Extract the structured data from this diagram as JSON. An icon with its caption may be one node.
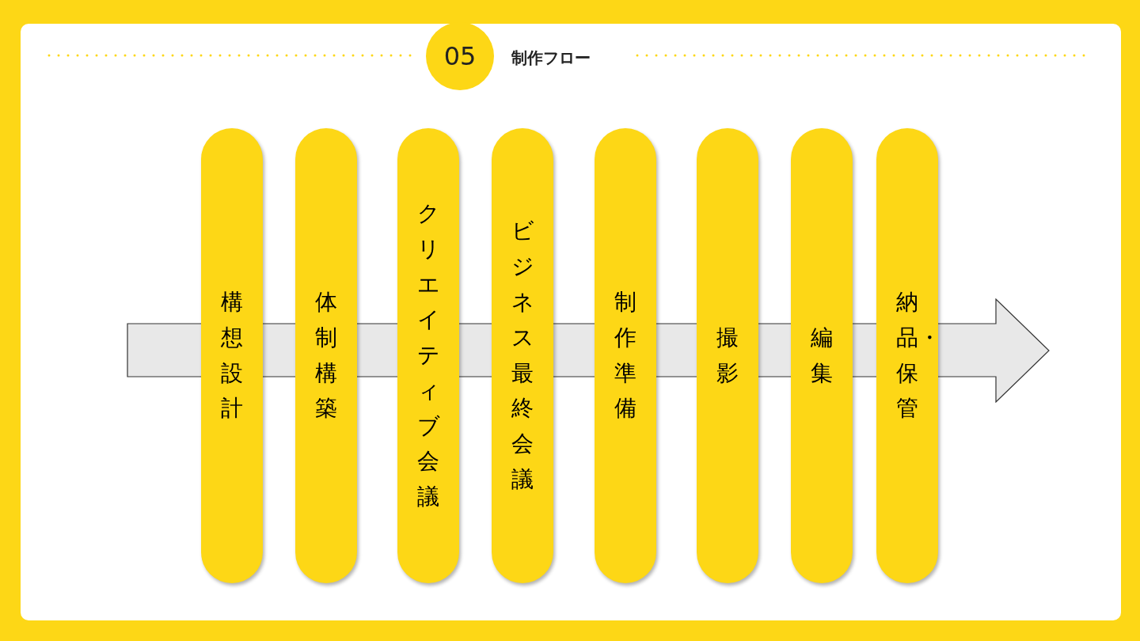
{
  "diagram": {
    "title": "制作フロー",
    "nodes": [
      {
        "text": [
          "05"
        ]
      },
      {
        "text": [
          "構想設計"
        ]
      },
      {
        "text": [
          "体制構築"
        ]
      },
      {
        "text": [
          "クリエイティブ会議"
        ]
      },
      {
        "text": [
          "ビジネス最終会議"
        ]
      },
      {
        "text": [
          "制作準備"
        ]
      },
      {
        "text": [
          "撮影"
        ]
      },
      {
        "text": [
          "編集"
        ]
      },
      {
        "text": [
          "納品・保管"
        ]
      }
    ]
  }
}
